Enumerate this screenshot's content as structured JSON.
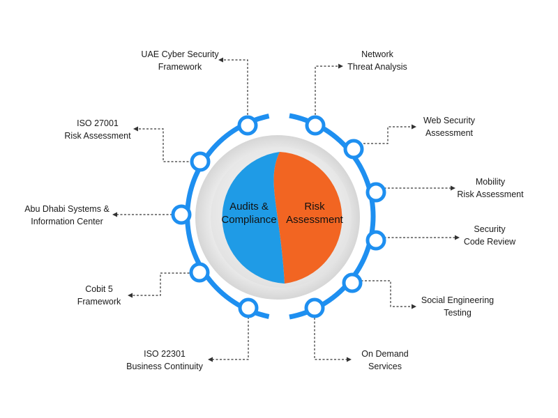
{
  "center": {
    "left_line1": "Audits &",
    "left_line2": "Compliance",
    "right_line1": "Risk",
    "right_line2": "Assessment"
  },
  "left_items": [
    {
      "line1": "UAE Cyber Security",
      "line2": "Framework"
    },
    {
      "line1": "ISO 27001",
      "line2": "Risk Assessment"
    },
    {
      "line1": "Abu Dhabi Systems &",
      "line2": "Information Center"
    },
    {
      "line1": "Cobit 5",
      "line2": "Framework"
    },
    {
      "line1": "ISO 22301",
      "line2": "Business Continuity"
    }
  ],
  "right_items": [
    {
      "line1": "Network",
      "line2": "Threat Analysis"
    },
    {
      "line1": "Web Security",
      "line2": "Assessment"
    },
    {
      "line1": "Mobility",
      "line2": "Risk Assessment"
    },
    {
      "line1": "Security",
      "line2": "Code Review"
    },
    {
      "line1": "Social Engineering",
      "line2": "Testing"
    },
    {
      "line1": "On Demand",
      "line2": "Services"
    }
  ],
  "colors": {
    "ring": "#1e8ff0",
    "left_half": "#1f9be6",
    "right_half": "#f26522",
    "connector": "#333333"
  }
}
